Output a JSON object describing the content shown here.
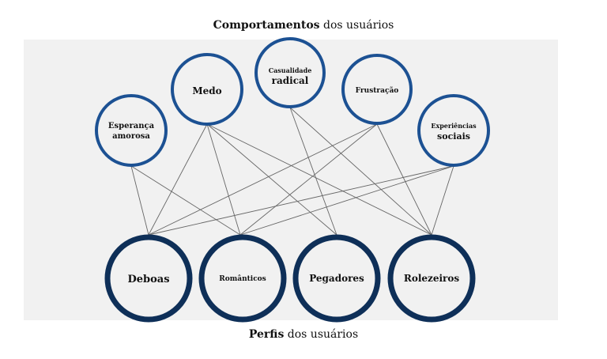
{
  "top_title": {
    "bold": "Comportamentos",
    "rest": " dos usuários"
  },
  "bottom_title": {
    "bold": "Perfis",
    "rest": " dos usuários"
  },
  "colors": {
    "panel": "#f1f1f1",
    "behavior_stroke": "#1c5193",
    "profile_stroke": "#0e2f58",
    "edge": "#666666"
  },
  "behaviors": [
    {
      "id": "esperanca",
      "line1": "Esperança",
      "line2": "amorosa"
    },
    {
      "id": "medo",
      "line1": "Medo",
      "line2": ""
    },
    {
      "id": "casualidade",
      "line1": "Casualidade",
      "line2": "radical"
    },
    {
      "id": "frustracao",
      "line1": "Frustração",
      "line2": ""
    },
    {
      "id": "experiencias",
      "line1": "Experiências",
      "line2": "sociais"
    }
  ],
  "profiles": [
    {
      "id": "deboas",
      "label": "Deboas"
    },
    {
      "id": "romanticos",
      "label": "Românticos"
    },
    {
      "id": "pegadores",
      "label": "Pegadores"
    },
    {
      "id": "rolezeiros",
      "label": "Rolezeiros"
    }
  ],
  "edges": [
    [
      "esperanca",
      "deboas"
    ],
    [
      "esperanca",
      "romanticos"
    ],
    [
      "medo",
      "deboas"
    ],
    [
      "medo",
      "romanticos"
    ],
    [
      "medo",
      "pegadores"
    ],
    [
      "medo",
      "rolezeiros"
    ],
    [
      "casualidade",
      "pegadores"
    ],
    [
      "casualidade",
      "rolezeiros"
    ],
    [
      "frustracao",
      "deboas"
    ],
    [
      "frustracao",
      "romanticos"
    ],
    [
      "frustracao",
      "rolezeiros"
    ],
    [
      "experiencias",
      "deboas"
    ],
    [
      "experiencias",
      "romanticos"
    ],
    [
      "experiencias",
      "rolezeiros"
    ]
  ]
}
